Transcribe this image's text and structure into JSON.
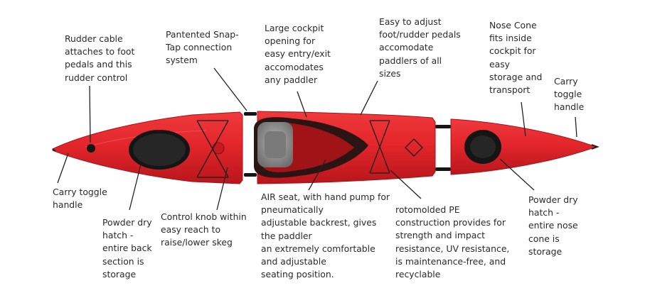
{
  "colors": {
    "hull": "#e3262b",
    "hull_dark": "#b8161c",
    "deck_shadow": "#c41b21",
    "hatch": "#151515",
    "seat": "#8f8f8f",
    "line": "#222222",
    "text": "#2a2a2a",
    "background": "#ffffff"
  },
  "annotations": {
    "rudder_cable": "Rudder cable\nattaches to foot\npedals and this\nrudder control",
    "snap_tap": "Pantented Snap-\nTap connection\nsystem",
    "cockpit": "Large cockpit\nopening for\neasy entry/exit\naccomodates\nany paddler",
    "foot_pedals": "Easy to adjust\nfoot/rudder pedals\naccomodate\npaddlers of all\nsizes",
    "nose_cone": "Nose Cone\nfits inside\ncockpit for\neasy\nstorage and\ntransport",
    "carry_toggle_right": "Carry\ntoggle\nhandle",
    "carry_toggle_left": "Carry toggle\nhandle",
    "powder_hatch_back": "Powder dry\nhatch -\nentire back\nsection is\nstorage",
    "control_knob": "Control knob within\neasy reach to\nraise/lower skeg",
    "air_seat": "AIR seat, with hand pump for\npneumatically\nadjustable backrest, gives\nthe paddler\nan extremely comfortable\nand adjustable\nseating position.",
    "rotomolded": "rotomolded PE\nconstruction provides for\nstrength and impact\nresistance, UV resistance,\nis maintenance-free, and\nrecyclable",
    "powder_hatch_nose": "Powder dry\nhatch -\nentire nose\ncone is\nstorage"
  }
}
